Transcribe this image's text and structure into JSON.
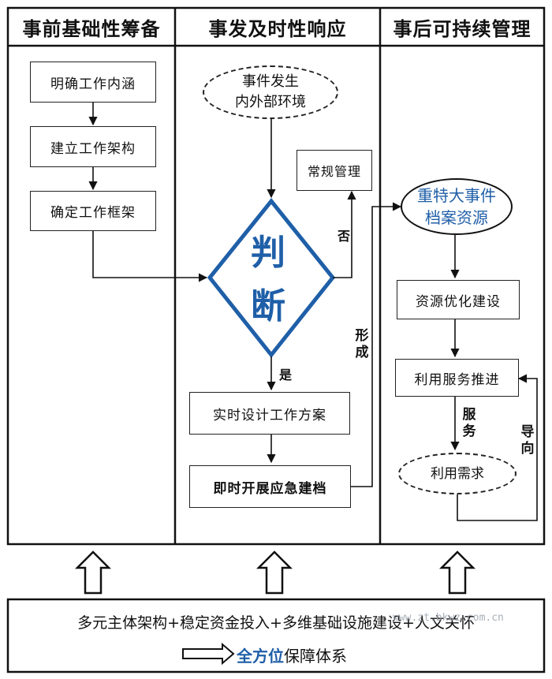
{
  "headers": {
    "col1": "事前基础性筹备",
    "col2": "事发及时性响应",
    "col3": "事后可持续管理"
  },
  "col1": {
    "box1": "明确工作内涵",
    "box2": "建立工作架构",
    "box3": "确定工作框架"
  },
  "col2": {
    "event_line1": "事件发生",
    "event_line2": "内外部环境",
    "routine": "常规管理",
    "judge_char1": "判",
    "judge_char2": "断",
    "no_label": "否",
    "yes_label": "是",
    "plan": "实时设计工作方案",
    "archive": "即时开展应急建档",
    "form_label": "形成"
  },
  "col3": {
    "resource_line1": "重特大事件",
    "resource_line2": "档案资源",
    "optimize": "资源优化建设",
    "service": "利用服务推进",
    "serve_label": "服务",
    "guide_label": "导向",
    "demand": "利用需求"
  },
  "footer": {
    "line1": "多元主体架构+稳定资金投入+多维基础设施建设+人文关怀",
    "line2_highlight": "全方位",
    "line2_rest": "保障体系",
    "watermark": "www.zt.bkwz.com.cn"
  },
  "colors": {
    "accent_blue": "#1f5fa8",
    "line": "#111111"
  }
}
